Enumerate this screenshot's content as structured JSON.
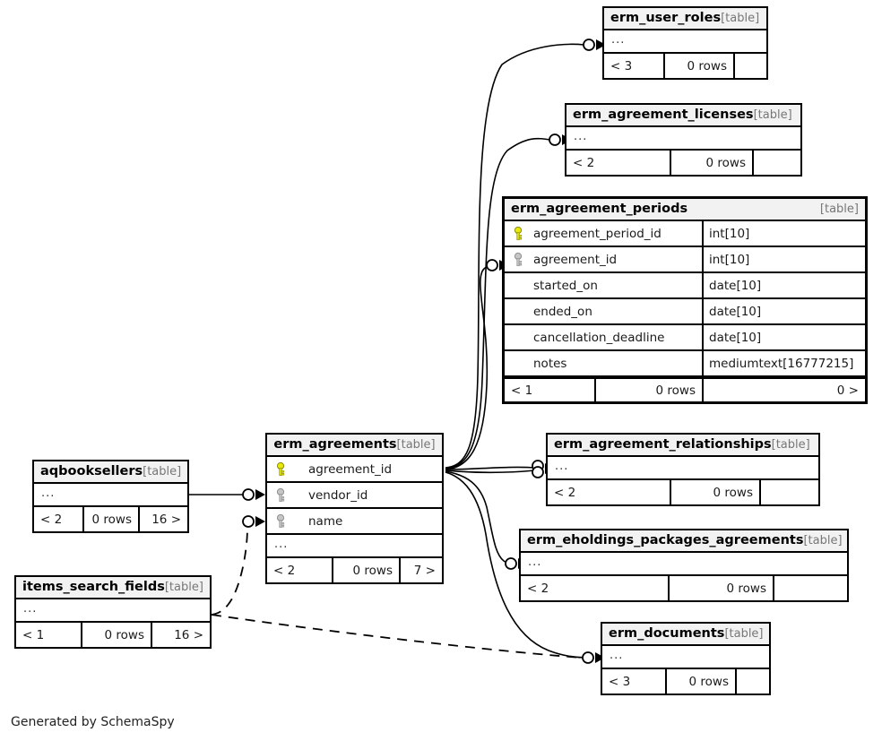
{
  "diagram": {
    "type": "entity-relationship-diagram",
    "credit": "Generated by SchemaSpy",
    "table_tag": "[table]",
    "ellipsis": "...",
    "rows_label": "0 rows",
    "colors": {
      "primary_key": "#e8e80a",
      "foreign_key": "#bfbfbf",
      "header_bg": "#f2f2f2",
      "border": "#000000",
      "tag": "#777777"
    }
  },
  "tables": {
    "erm_user_roles": {
      "name": "erm_user_roles",
      "tag": "[table]",
      "ellipsis": "...",
      "footer": {
        "left": "< 3",
        "center": "0 rows",
        "right": ""
      }
    },
    "erm_agreement_licenses": {
      "name": "erm_agreement_licenses",
      "tag": "[table]",
      "ellipsis": "...",
      "footer": {
        "left": "< 2",
        "center": "0 rows",
        "right": ""
      }
    },
    "erm_agreement_periods": {
      "name": "erm_agreement_periods",
      "tag": "[table]",
      "columns": [
        {
          "key": "primary",
          "name": "agreement_period_id",
          "type": "int[10]"
        },
        {
          "key": "foreign",
          "name": "agreement_id",
          "type": "int[10]"
        },
        {
          "key": "none",
          "name": "started_on",
          "type": "date[10]"
        },
        {
          "key": "none",
          "name": "ended_on",
          "type": "date[10]"
        },
        {
          "key": "none",
          "name": "cancellation_deadline",
          "type": "date[10]"
        },
        {
          "key": "none",
          "name": "notes",
          "type": "mediumtext[16777215]"
        }
      ],
      "footer": {
        "left": "< 1",
        "center": "0 rows",
        "right": "0 >"
      }
    },
    "erm_agreements": {
      "name": "erm_agreements",
      "tag": "[table]",
      "columns": [
        {
          "key": "primary",
          "name": "agreement_id"
        },
        {
          "key": "foreign",
          "name": "vendor_id"
        },
        {
          "key": "foreign",
          "name": "name"
        }
      ],
      "ellipsis": "...",
      "footer": {
        "left": "< 2",
        "center": "0 rows",
        "right": "7 >"
      }
    },
    "erm_agreement_relationships": {
      "name": "erm_agreement_relationships",
      "tag": "[table]",
      "ellipsis": "...",
      "footer": {
        "left": "< 2",
        "center": "0 rows",
        "right": ""
      }
    },
    "erm_eholdings_packages_agreements": {
      "name": "erm_eholdings_packages_agreements",
      "tag": "[table]",
      "ellipsis": "...",
      "footer": {
        "left": "< 2",
        "center": "0 rows",
        "right": ""
      }
    },
    "erm_documents": {
      "name": "erm_documents",
      "tag": "[table]",
      "ellipsis": "...",
      "footer": {
        "left": "< 3",
        "center": "0 rows",
        "right": ""
      }
    },
    "aqbooksellers": {
      "name": "aqbooksellers",
      "tag": "[table]",
      "ellipsis": "...",
      "footer": {
        "left": "< 2",
        "center": "0 rows",
        "right": "16 >"
      }
    },
    "items_search_fields": {
      "name": "items_search_fields",
      "tag": "[table]",
      "ellipsis": "...",
      "footer": {
        "left": "< 1",
        "center": "0 rows",
        "right": "16 >"
      }
    }
  }
}
